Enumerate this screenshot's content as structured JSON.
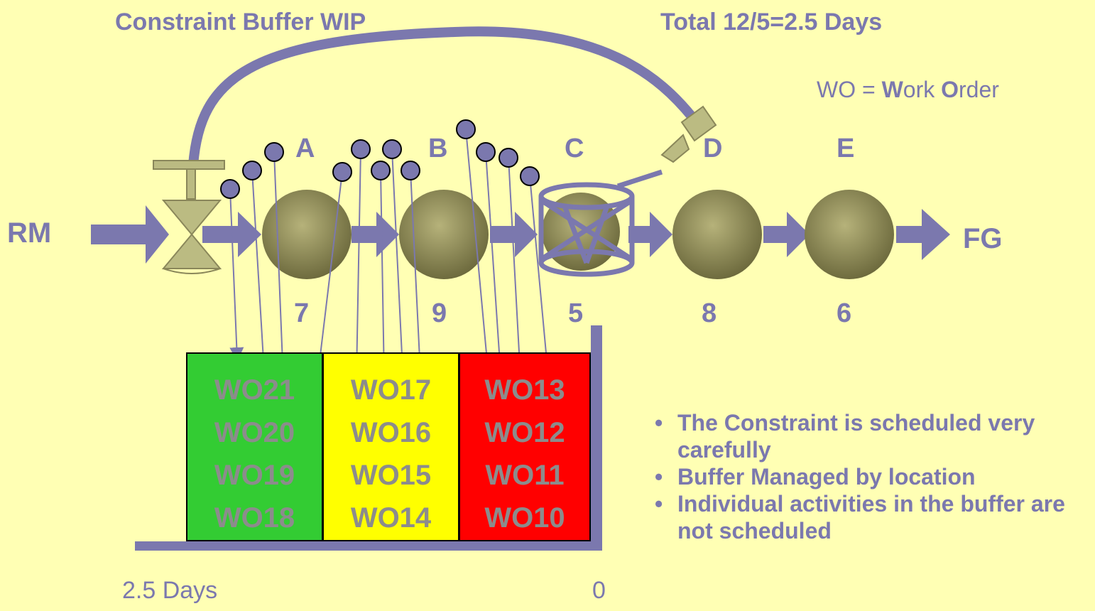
{
  "header": {
    "buffer_title": "Constraint Buffer WIP",
    "total": "Total 12/5=2.5 Days"
  },
  "legend": {
    "wo": "WO",
    "eq": " = ",
    "w": "W",
    "ork": "ork ",
    "o": "O",
    "rder": "rder"
  },
  "flow": {
    "start": "RM",
    "end": "FG"
  },
  "stations": [
    {
      "name": "A",
      "capacity": "7"
    },
    {
      "name": "B",
      "capacity": "9"
    },
    {
      "name": "C",
      "capacity": "5"
    },
    {
      "name": "D",
      "capacity": "8"
    },
    {
      "name": "E",
      "capacity": "6"
    }
  ],
  "buffer": {
    "zones": [
      {
        "color": "#33CC33",
        "orders": [
          "WO21",
          "WO20",
          "WO19",
          "WO18"
        ]
      },
      {
        "color": "#FFFF00",
        "orders": [
          "WO17",
          "WO16",
          "WO15",
          "WO14"
        ]
      },
      {
        "color": "#FF0000",
        "orders": [
          "WO13",
          "WO12",
          "WO11",
          "WO10"
        ]
      }
    ],
    "axis_left": "2.5 Days",
    "axis_right": "0"
  },
  "bullets": [
    "The Constraint is scheduled very carefully",
    "Buffer Managed by location",
    "Individual activities in the buffer are not scheduled"
  ],
  "colors": {
    "background": "#FFFFB4",
    "accent": "#7B78AE",
    "text_grey": "#8C8C8C",
    "machine": "#9E9A5E"
  }
}
